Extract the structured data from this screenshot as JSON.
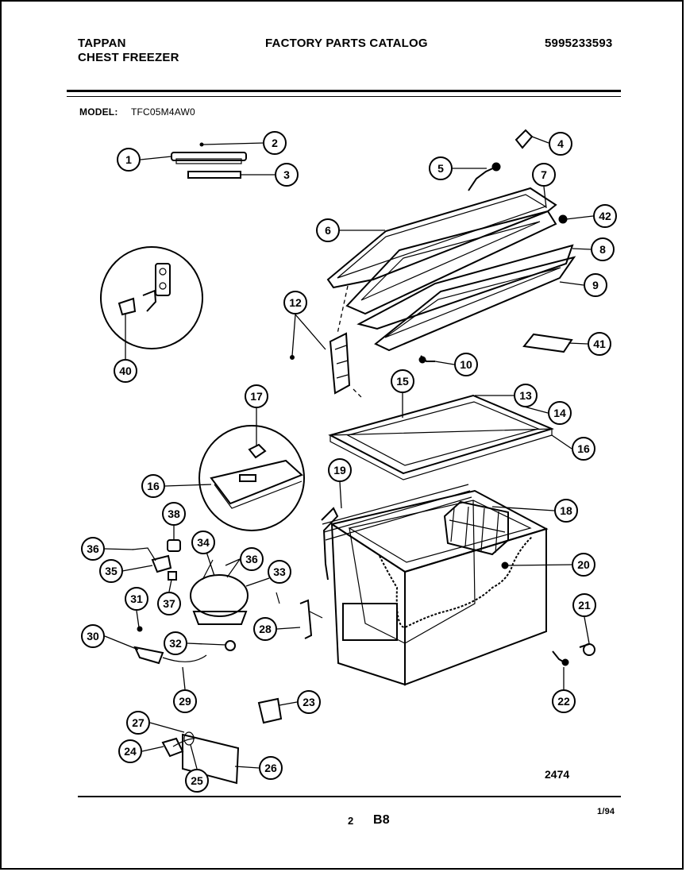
{
  "header": {
    "brand": "TAPPAN",
    "product": "CHEST FREEZER",
    "catalog_title": "FACTORY PARTS CATALOG",
    "catalog_number": "5995233593"
  },
  "model": {
    "label": "MODEL:",
    "value": "TFC05M4AW0"
  },
  "diagram": {
    "drawing_number": "2474",
    "callouts": [
      "1",
      "2",
      "3",
      "4",
      "5",
      "6",
      "7",
      "8",
      "9",
      "10",
      "12",
      "13",
      "14",
      "15",
      "16",
      "16",
      "17",
      "18",
      "19",
      "20",
      "21",
      "22",
      "23",
      "24",
      "25",
      "26",
      "27",
      "28",
      "29",
      "30",
      "31",
      "32",
      "33",
      "34",
      "35",
      "36",
      "36",
      "37",
      "38",
      "40",
      "41",
      "42"
    ]
  },
  "footer": {
    "page_number": "2",
    "section": "B8",
    "date": "1/94"
  }
}
